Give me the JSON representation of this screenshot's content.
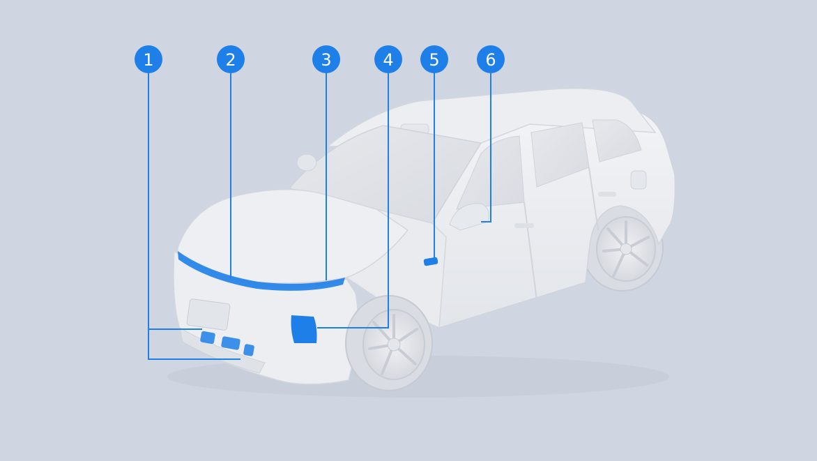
{
  "diagram": {
    "accent_color": "#1f7fe8",
    "background_color": "#cfd6e2",
    "vehicle_color": "#eef0f4",
    "markers": [
      {
        "label": "1"
      },
      {
        "label": "2"
      },
      {
        "label": "3"
      },
      {
        "label": "4"
      },
      {
        "label": "5"
      },
      {
        "label": "6"
      }
    ]
  }
}
